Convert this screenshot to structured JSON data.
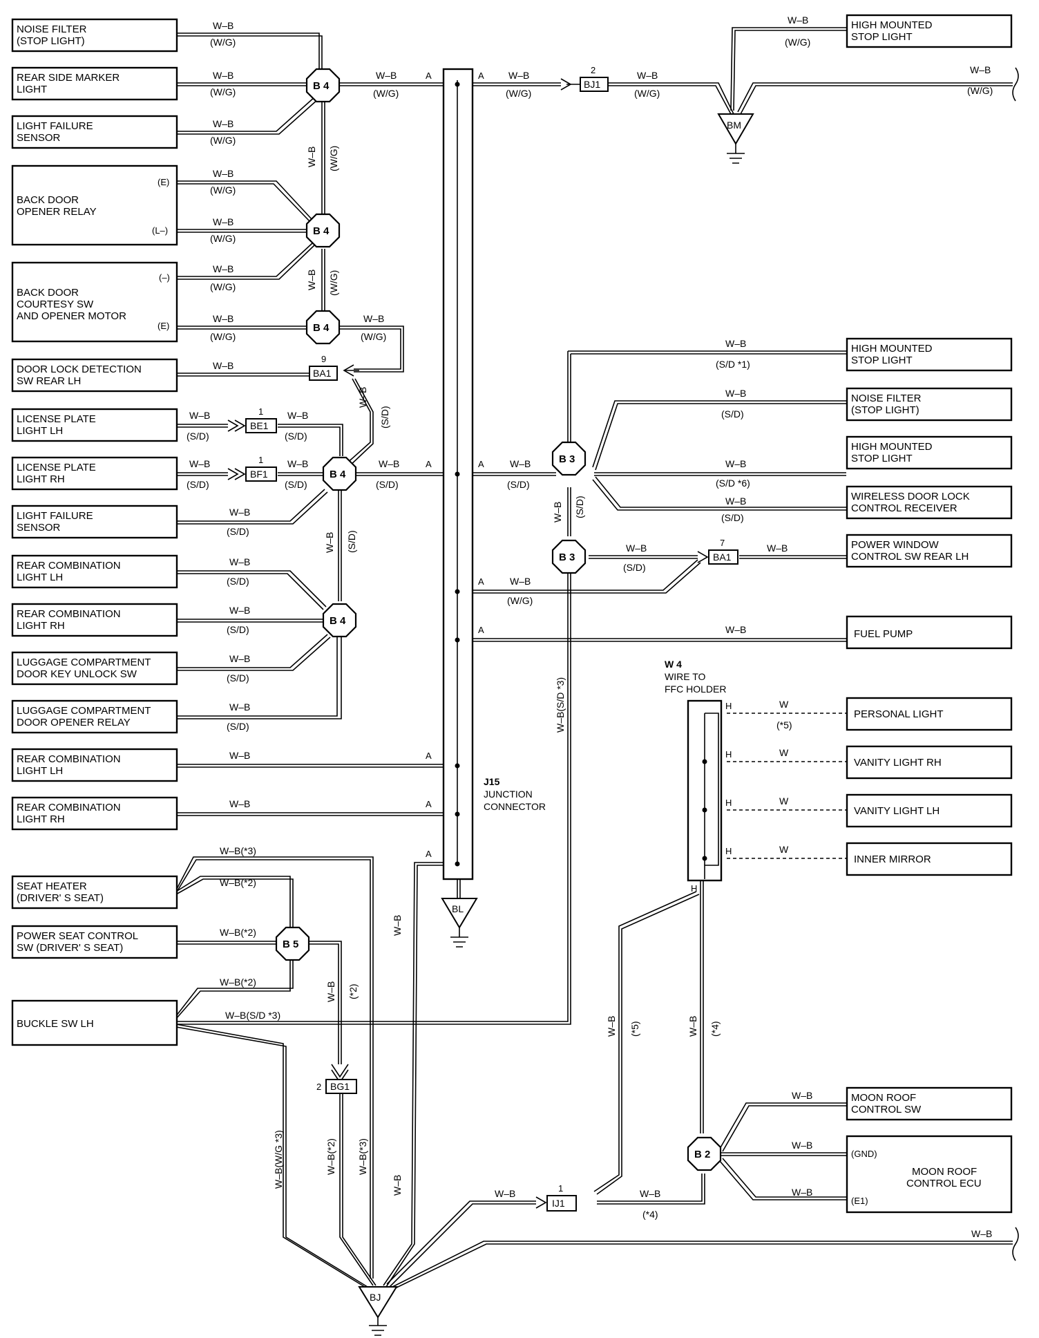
{
  "components": {
    "noise_filter_l": [
      "NOISE FILTER",
      "(STOP LIGHT)"
    ],
    "rear_side_marker": [
      "REAR SIDE MARKER",
      "LIGHT"
    ],
    "light_failure_1": [
      "LIGHT FAILURE",
      "SENSOR"
    ],
    "back_door_relay": [
      "BACK DOOR",
      "OPENER RELAY"
    ],
    "back_door_courtesy": [
      "BACK DOOR",
      "COURTESY SW",
      "AND OPENER MOTOR"
    ],
    "door_lock_detect": [
      "DOOR LOCK DETECTION",
      "SW REAR LH"
    ],
    "license_lh": [
      "LICENSE PLATE",
      "LIGHT LH"
    ],
    "license_rh": [
      "LICENSE PLATE",
      "LIGHT RH"
    ],
    "light_failure_2": [
      "LIGHT FAILURE",
      "SENSOR"
    ],
    "rear_comb_lh_1": [
      "REAR COMBINATION",
      "LIGHT LH"
    ],
    "rear_comb_rh_1": [
      "REAR COMBINATION",
      "LIGHT RH"
    ],
    "luggage_key": [
      "LUGGAGE COMPARTMENT",
      "DOOR KEY UNLOCK SW"
    ],
    "luggage_relay": [
      "LUGGAGE COMPARTMENT",
      "DOOR OPENER RELAY"
    ],
    "rear_comb_lh_2": [
      "REAR COMBINATION",
      "LIGHT LH"
    ],
    "rear_comb_rh_2": [
      "REAR COMBINATION",
      "LIGHT RH"
    ],
    "seat_heater": [
      "SEAT HEATER",
      "(DRIVER' S SEAT)"
    ],
    "power_seat": [
      "POWER SEAT CONTROL",
      "SW (DRIVER' S SEAT)"
    ],
    "buckle": [
      "BUCKLE SW LH"
    ],
    "hmsl_1": [
      "HIGH MOUNTED",
      "STOP LIGHT"
    ],
    "hmsl_2": [
      "HIGH MOUNTED",
      "STOP LIGHT"
    ],
    "noise_filter_r": [
      "NOISE FILTER",
      "(STOP LIGHT)"
    ],
    "hmsl_3": [
      "HIGH MOUNTED",
      "STOP LIGHT"
    ],
    "wireless": [
      "WIRELESS DOOR LOCK",
      "CONTROL RECEIVER"
    ],
    "power_window": [
      "POWER WINDOW",
      "CONTROL SW REAR LH"
    ],
    "fuel_pump": [
      "FUEL PUMP"
    ],
    "personal_light": [
      "PERSONAL LIGHT"
    ],
    "vanity_rh": [
      "VANITY LIGHT RH"
    ],
    "vanity_lh": [
      "VANITY LIGHT LH"
    ],
    "inner_mirror": [
      "INNER MIRROR"
    ],
    "moon_roof_sw": [
      "MOON ROOF",
      "CONTROL SW"
    ],
    "moon_roof_ecu": [
      "MOON ROOF",
      "CONTROL ECU"
    ]
  },
  "pins": {
    "relay_e": "(E)",
    "relay_l": "(L–)",
    "courtesy_minus": "(–)",
    "courtesy_e": "(E)",
    "ecu_gnd": "(GND)",
    "ecu_e1": "(E1)",
    "a": "A",
    "h": "H",
    "n1": "1",
    "n2": "2",
    "n7": "7",
    "n9": "9"
  },
  "splices": {
    "b4": "B 4",
    "b3": "B 3",
    "b5": "B 5",
    "b2": "B 2"
  },
  "junctions": {
    "bj1": "BJ1",
    "ba1": "BA1",
    "be1": "BE1",
    "bf1": "BF1",
    "bg1": "BG1",
    "ij1": "IJ1"
  },
  "grounds": {
    "bm": "BM",
    "bl": "BL",
    "bj": "BJ"
  },
  "connector_j15": [
    "J15",
    "JUNCTION",
    "CONNECTOR"
  ],
  "connector_w4": [
    "W 4",
    "WIRE TO",
    "FFC HOLDER"
  ],
  "wires": {
    "wb": "W–B",
    "wg": "(W/G)",
    "sd": "(S/D)",
    "w": "W",
    "sd1": "(S/D *1)",
    "sd6": "(S/D *6)",
    "s5": "(*5)",
    "s4": "(*4)",
    "s2": "(*2)",
    "wb_s3": "W–B(*3)",
    "wb_s2": "W–B(*2)",
    "wb_sd3": "W–B(S/D *3)",
    "wb_wg3": "W–B(W/G *3)",
    "wb_2": "W–B(*2)",
    "wb_3": "W–B(*3)"
  }
}
